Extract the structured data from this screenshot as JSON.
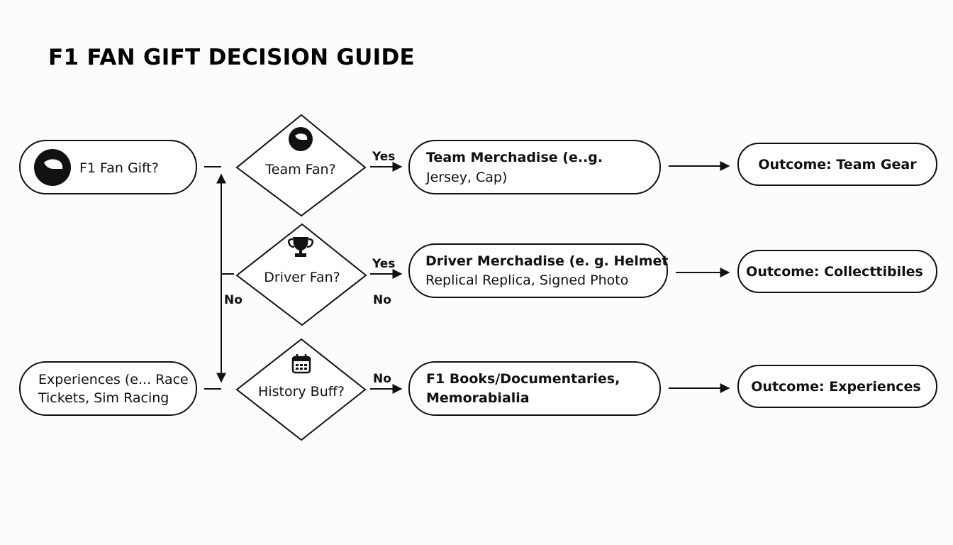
{
  "title": "F1 FAN GIFT DECISION GUIDE",
  "colors": {
    "stroke": "#111111",
    "background": "#fcfcfc",
    "fill": "#ffffff"
  },
  "start": {
    "label": "F1 Fan Gift?",
    "icon": "helmet-icon"
  },
  "decisions": [
    {
      "label": "Team Fan?",
      "icon": "helmet-icon",
      "edge_yes": "Yes"
    },
    {
      "label": "Driver Fan?",
      "icon": "trophy-icon",
      "edge_yes": "Yes",
      "edge_no": "No"
    },
    {
      "label": "History Buff?",
      "icon": "calendar-icon",
      "edge_no": "No"
    }
  ],
  "left_no_label": "No",
  "experiences_box": {
    "line1": "Experiences (e... Race",
    "line2": "Tickets, Sim Racing"
  },
  "options": [
    {
      "line1": "Team Merchadise (e..g.",
      "line2": "Jersey, Cap)"
    },
    {
      "line1": "Driver Merchadise (e. g. Helmet",
      "line2": "Replical Replica, Signed Photo"
    },
    {
      "line1": "F1 Books/Documentaries,",
      "line2": "Memorabialia"
    }
  ],
  "outcomes": [
    {
      "label": "Outcome: Team Gear"
    },
    {
      "label": "Outcome: Collecttibiles"
    },
    {
      "label": "Outcome: Experiences"
    }
  ]
}
